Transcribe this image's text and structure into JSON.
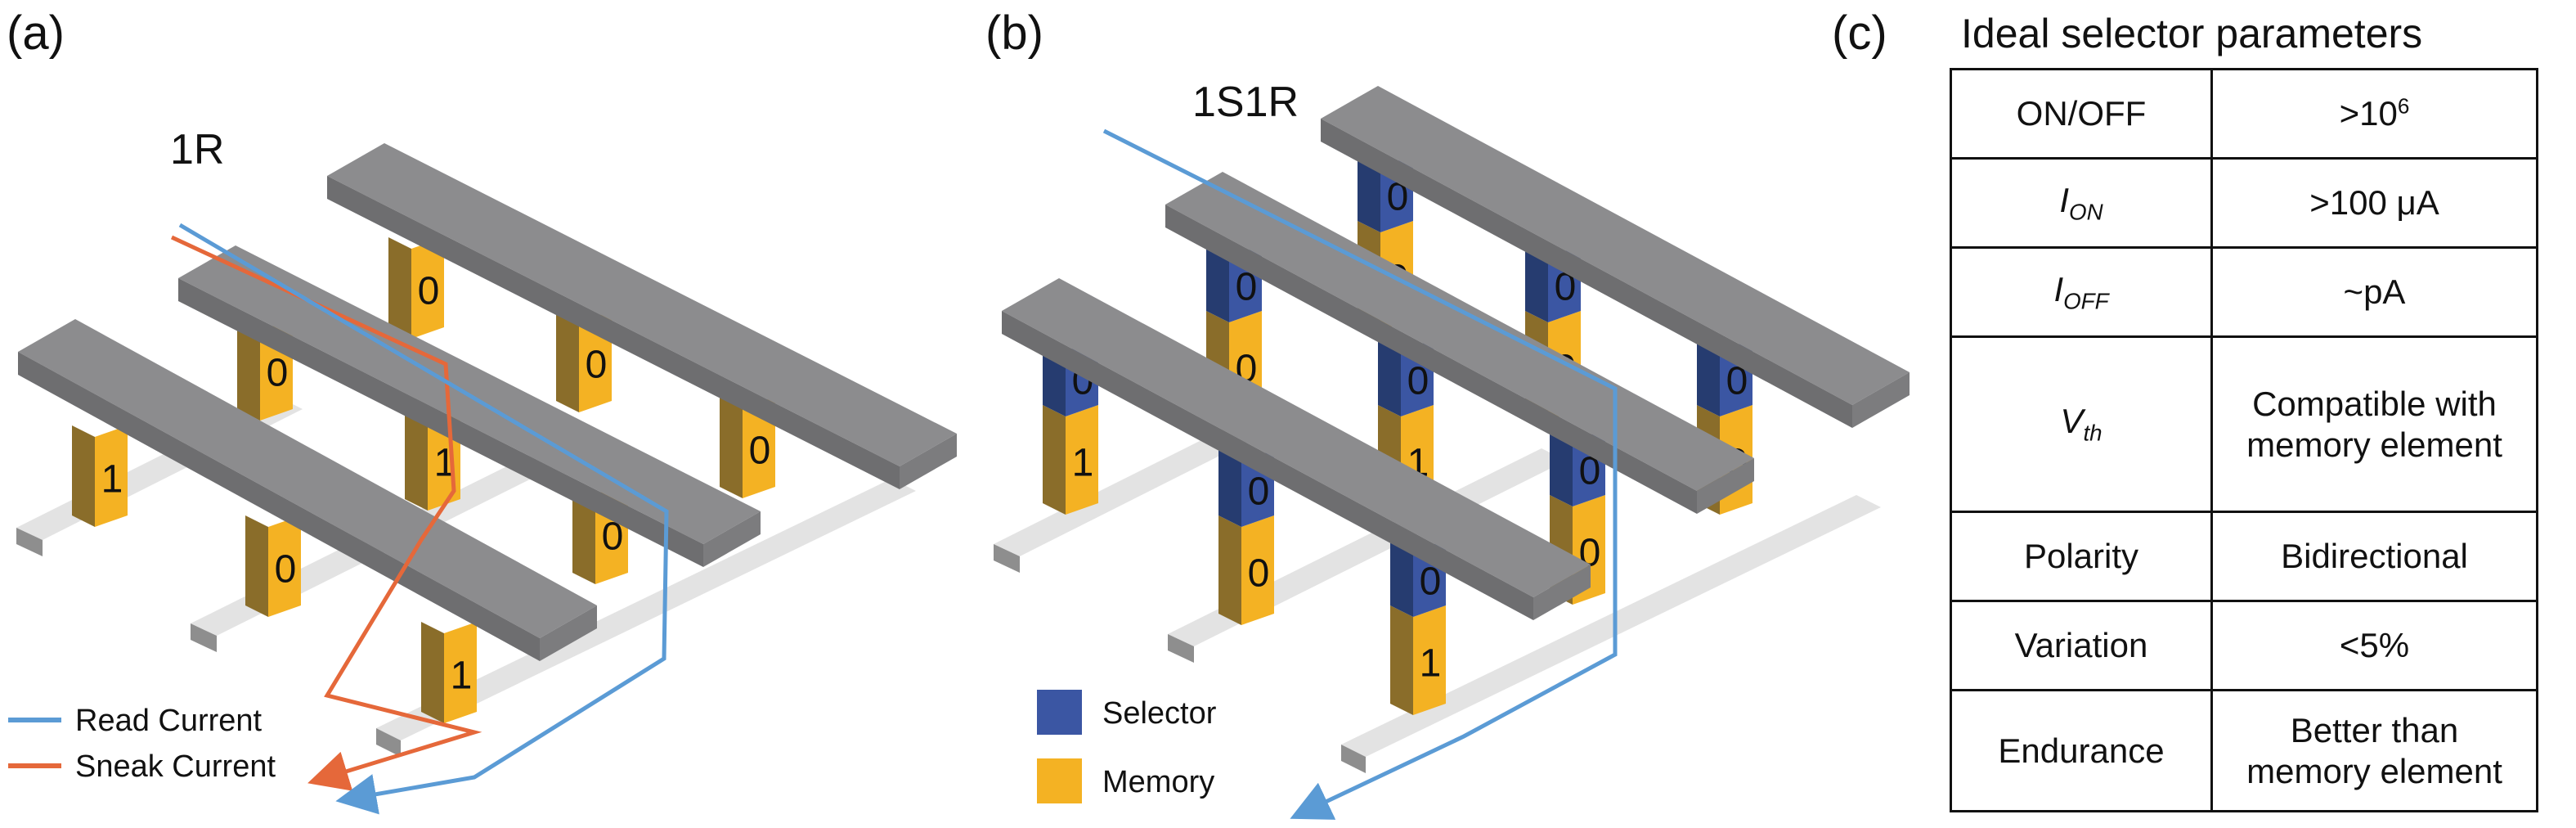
{
  "panels": {
    "a": {
      "label": "(a)",
      "title": "1R",
      "rows": [
        [
          "0",
          "0",
          "0"
        ],
        [
          "0",
          "1",
          "0"
        ],
        [
          "1",
          "0",
          "1"
        ]
      ],
      "legend": [
        {
          "label": "Read Current",
          "color": "#5b9bd5"
        },
        {
          "label": "Sneak Current",
          "color": "#e5683a"
        }
      ]
    },
    "b": {
      "label": "(b)",
      "title": "1S1R",
      "selector_rows": [
        [
          "0",
          "0",
          "0"
        ],
        [
          "0",
          "0",
          "0"
        ],
        [
          "0",
          "0",
          "0"
        ]
      ],
      "memory_rows": [
        [
          "0",
          "0",
          "0"
        ],
        [
          "0",
          "1",
          "0"
        ],
        [
          "1",
          "0",
          "1"
        ]
      ],
      "legend": [
        {
          "label": "Selector",
          "color": "#3b56a3"
        },
        {
          "label": "Memory",
          "color": "#f4b223"
        }
      ]
    },
    "c": {
      "label": "(c)",
      "title": "Ideal selector parameters"
    }
  },
  "table": {
    "rows": [
      {
        "param": "ON/OFF",
        "value_main": ">10",
        "value_sup": "6"
      },
      {
        "param_main": "I",
        "param_sub": "ON",
        "value": ">100 μA"
      },
      {
        "param_main": "I",
        "param_sub": "OFF",
        "value": "~pA"
      },
      {
        "param_main": "V",
        "param_sub": "th",
        "value_line1": "Compatible with",
        "value_line2": "memory element"
      },
      {
        "param": "Polarity",
        "value": "Bidirectional"
      },
      {
        "param": "Variation",
        "value": "<5%"
      },
      {
        "param": "Endurance",
        "value_line1": "Better than",
        "value_line2": "memory element"
      }
    ]
  },
  "colors": {
    "bar_top": "#8c8c8e",
    "bar_front": "#6e6e70",
    "bar_side": "#7c7c7e",
    "rail_top": "#e3e3e3",
    "rail_front": "#8e8e8e",
    "memory_front": "#f4b223",
    "memory_side": "#8a6d2a",
    "memory_top": "#c9952a",
    "selector_front": "#3b56a3",
    "selector_side": "#263c70",
    "selector_top": "#334a8e",
    "read_current": "#5b9bd5",
    "sneak_current": "#e5683a"
  }
}
